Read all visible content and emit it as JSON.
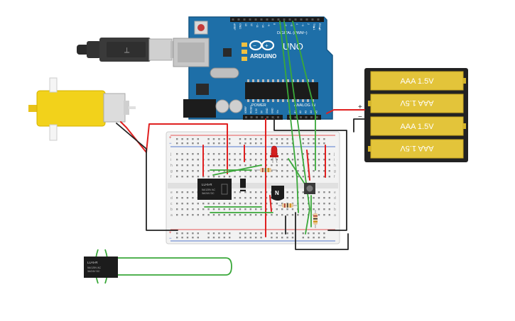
{
  "arduino": {
    "brand": "ARDUINO",
    "model": "UNO",
    "digital_label": "DIGITAL (PWM~)",
    "power_label": "POWER",
    "analog_label": "ANALOG IN",
    "top_pins": [
      "AREF",
      "GND",
      "13",
      "12",
      "~11",
      "~10",
      "~9",
      "8",
      "7",
      "~6",
      "~5",
      "4",
      "~3",
      "2",
      "TX▶1",
      "RX◀0"
    ],
    "power_pins": [
      "IOREF",
      "RESET",
      "3.3V",
      "5V",
      "GND",
      "GND",
      "Vin"
    ],
    "analog_pins": [
      "A0",
      "A1",
      "A2",
      "A3",
      "A4",
      "A5"
    ],
    "board_color": "#1e6fa8"
  },
  "battery": {
    "cells": [
      "AAA 1.5V",
      "AAA 1.5V",
      "AAA 1.5V",
      "AAA 1.5V"
    ],
    "plus": "+",
    "minus": "−",
    "cell_color": "#e3c43a"
  },
  "relay": {
    "title": "LU-5-R",
    "lines": [
      "5A/125V AC",
      "3A/24V DC"
    ]
  },
  "relay_loose": {
    "title": "LU-5-R",
    "lines": [
      "5A/125V AC",
      "3A/24V DC"
    ]
  },
  "transistor": {
    "label": "N"
  },
  "breadboard": {
    "row_letters_top": [
      "j",
      "i",
      "h",
      "g",
      "f"
    ],
    "row_letters_bottom": [
      "e",
      "d",
      "c",
      "b",
      "a"
    ],
    "rail_plus": "+",
    "rail_minus": "−"
  },
  "colors": {
    "wire_red": "#e02020",
    "wire_black": "#222222",
    "wire_green": "#3aa83a",
    "motor_yellow": "#f2d21b",
    "led_red": "#d42020"
  }
}
